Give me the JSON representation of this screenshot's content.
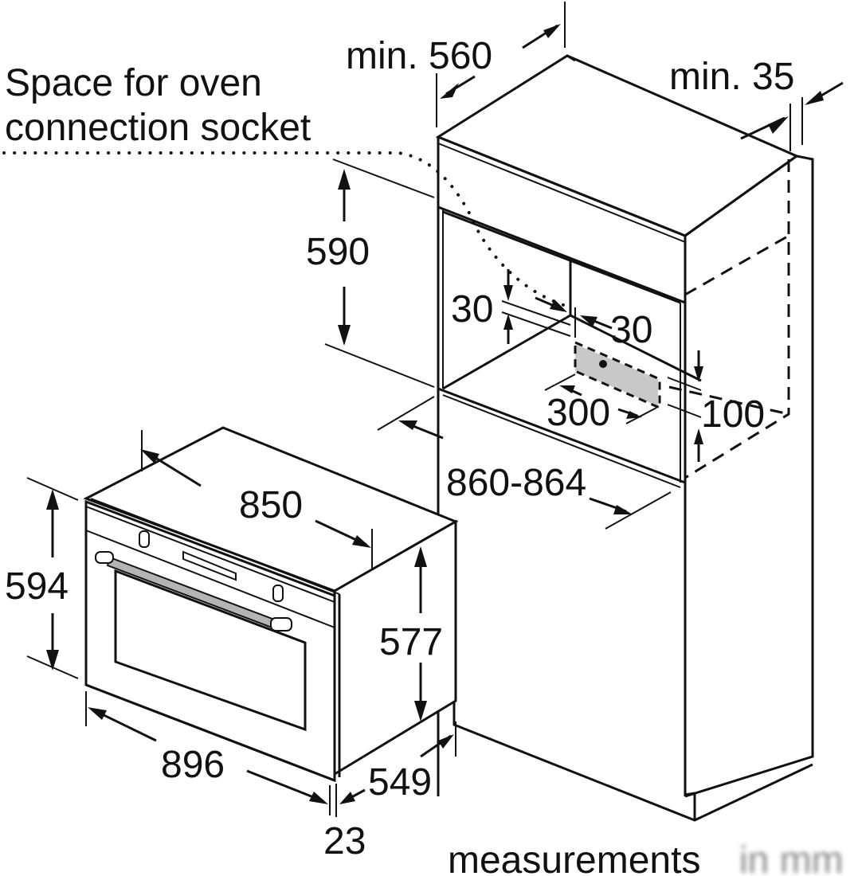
{
  "diagram": {
    "type": "installation-dimension-drawing",
    "subject": "Built-in oven in tall housing cabinet",
    "callout": {
      "line1": "Space for oven",
      "line2": "connection socket"
    },
    "units_note": {
      "text": "measurements",
      "blurred_suffix": "in mm"
    },
    "cabinet_dimensions": {
      "depth_min": "min. 560",
      "rear_gap_min": "min. 35",
      "niche_height": "590",
      "socket_top_offset": "30",
      "socket_side_offset": "30",
      "socket_width": "300",
      "socket_height": "100",
      "niche_width": "860-864"
    },
    "appliance_dimensions": {
      "body_width": "850",
      "front_height": "594",
      "body_height": "577",
      "front_width": "896",
      "body_depth": "549",
      "front_thickness": "23"
    },
    "colors": {
      "line": "#111111",
      "socket_area": "#c8c8c8",
      "handle": "#b4b4b4",
      "background": "#ffffff"
    }
  }
}
